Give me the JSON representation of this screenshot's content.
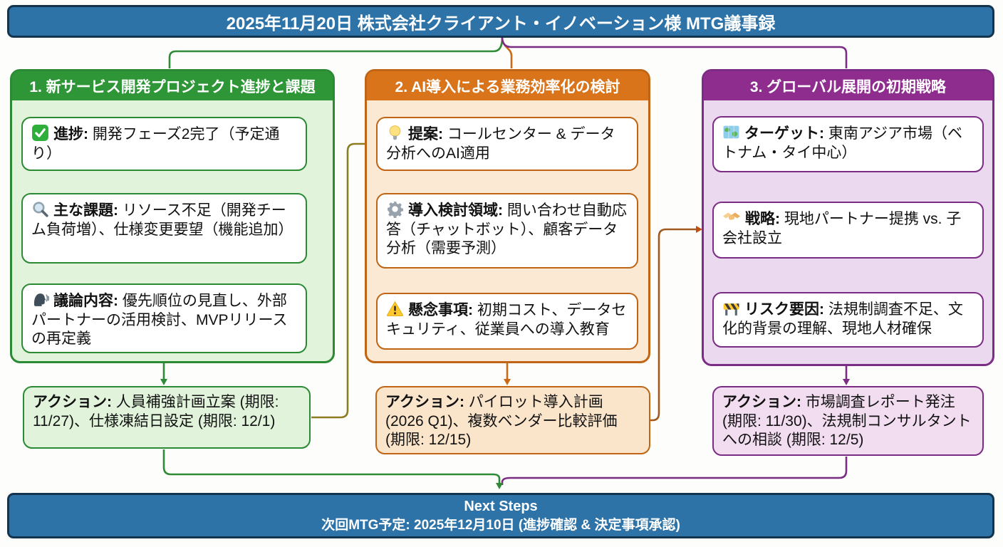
{
  "title": "2025年11月20日 株式会社クライアント・イノベーション様 MTG議事録",
  "columns": [
    {
      "header": "1. 新サービス開発プロジェクト進捗と課題",
      "boxes": [
        {
          "icon": "check-icon",
          "label": "進捗:",
          "text": "開発フェーズ2完了（予定通り）"
        },
        {
          "icon": "magnifier-icon",
          "label": "主な課題:",
          "text": "リソース不足（開発チーム負荷増）、仕様変更要望（機能追加）"
        },
        {
          "icon": "speaking-head-icon",
          "label": "議論内容:",
          "text": "優先順位の見直し、外部パートナーの活用検討、MVPリリースの再定義"
        }
      ],
      "action": {
        "label": "アクション:",
        "text": "人員補強計画立案 (期限: 11/27)、仕様凍結日設定 (期限: 12/1)"
      }
    },
    {
      "header": "2. AI導入による業務効率化の検討",
      "boxes": [
        {
          "icon": "lightbulb-icon",
          "label": "提案:",
          "text": "コールセンター & データ分析へのAI適用"
        },
        {
          "icon": "gear-icon",
          "label": "導入検討領域:",
          "text": "問い合わせ自動応答（チャットボット）、顧客データ分析（需要予測）"
        },
        {
          "icon": "warning-icon",
          "label": "懸念事項:",
          "text": "初期コスト、データセキュリティ、従業員への導入教育"
        }
      ],
      "action": {
        "label": "アクション:",
        "text": "パイロット導入計画 (2026 Q1)、複数ベンダー比較評価 (期限: 12/15)"
      }
    },
    {
      "header": "3. グローバル展開の初期戦略",
      "boxes": [
        {
          "icon": "world-map-icon",
          "label": "ターゲット:",
          "text": "東南アジア市場（ベトナム・タイ中心）"
        },
        {
          "icon": "handshake-icon",
          "label": "戦略:",
          "text": "現地パートナー提携 vs. 子会社設立"
        },
        {
          "icon": "construction-barrier-icon",
          "label": "リスク要因:",
          "text": "法規制調査不足、文化的背景の理解、現地人材確保"
        }
      ],
      "action": {
        "label": "アクション:",
        "text": "市場調査レポート発注 (期限: 11/30)、法規制コンサルタントへの相談 (期限: 12/5)"
      }
    }
  ],
  "footer": {
    "line1": "Next Steps",
    "line2": "次回MTG予定: 2025年12月10日 (進捗確認 & 決定事項承認)"
  },
  "colors": {
    "bar_blue": "#2E73A8",
    "bar_border": "#14344E",
    "col1_green": "#2F9638",
    "col2_orange": "#D9741B",
    "col3_purple": "#8E2D8E",
    "link_olive": "#8C7D22",
    "link_rust": "#A0591E"
  }
}
